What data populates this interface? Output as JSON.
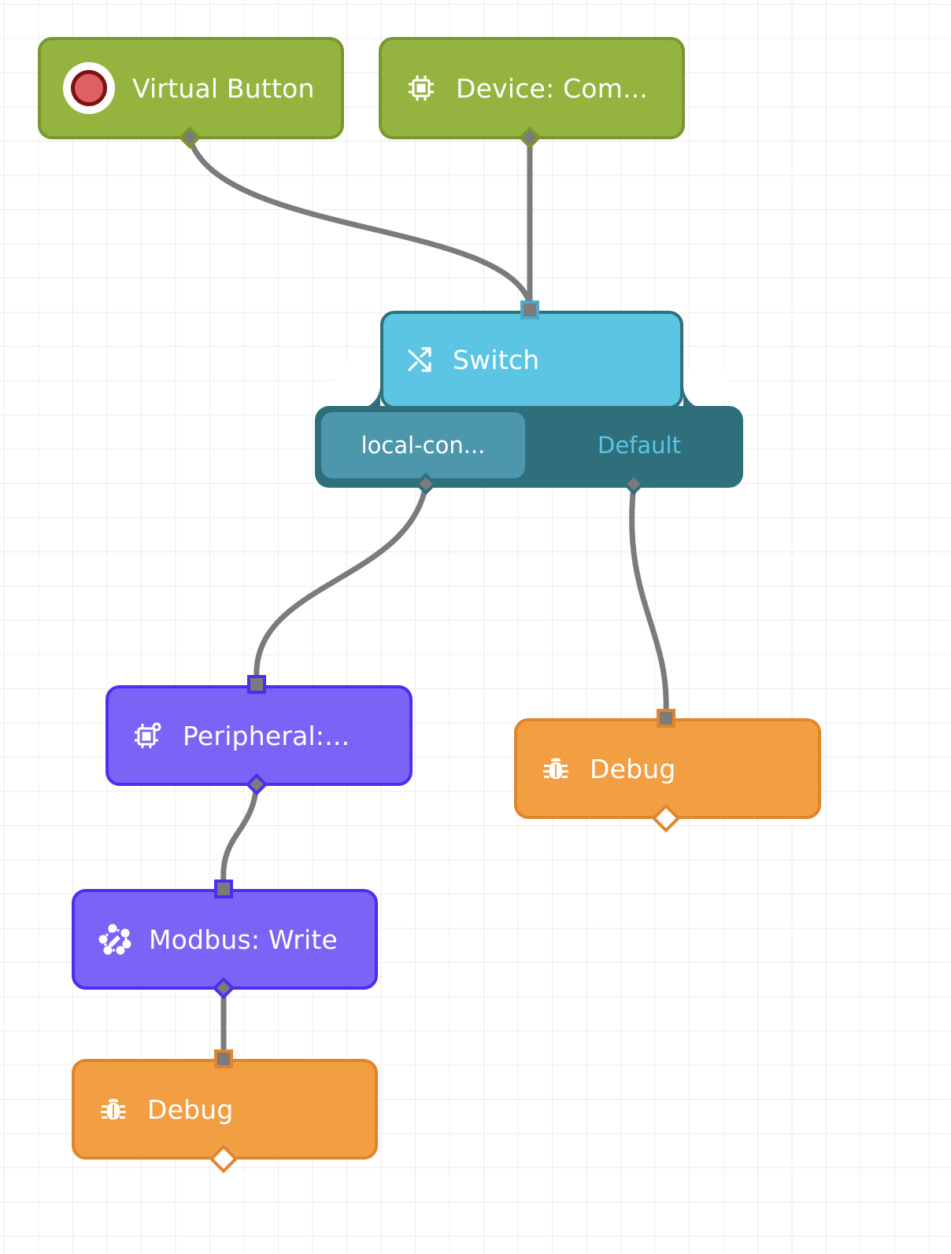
{
  "nodes": {
    "virtual_button": {
      "label": "Virtual Button",
      "color": "#95b33f",
      "icon": "record-button-icon"
    },
    "device": {
      "label": "Device: Com...",
      "color": "#95b33f",
      "icon": "chip-icon"
    },
    "switch": {
      "label": "Switch",
      "color": "#5bc5e3",
      "icon": "shuffle-icon",
      "outputs": [
        {
          "label": "local-con..."
        },
        {
          "label": "Default"
        }
      ]
    },
    "peripheral": {
      "label": "Peripheral:...",
      "color": "#7a64f5",
      "icon": "chip-settings-icon"
    },
    "debug_right": {
      "label": "Debug",
      "color": "#f29e42",
      "icon": "bug-icon"
    },
    "modbus": {
      "label": "Modbus: Write",
      "color": "#7a64f5",
      "icon": "network-edit-icon"
    },
    "debug_bottom": {
      "label": "Debug",
      "color": "#f29e42",
      "icon": "bug-icon"
    }
  },
  "connections": [
    {
      "from": "virtual_button",
      "to": "switch"
    },
    {
      "from": "device",
      "to": "switch"
    },
    {
      "from": "switch.local-con...",
      "to": "peripheral"
    },
    {
      "from": "switch.Default",
      "to": "debug_right"
    },
    {
      "from": "peripheral",
      "to": "modbus"
    },
    {
      "from": "modbus",
      "to": "debug_bottom"
    }
  ],
  "wire_color": "#7b7b7b"
}
